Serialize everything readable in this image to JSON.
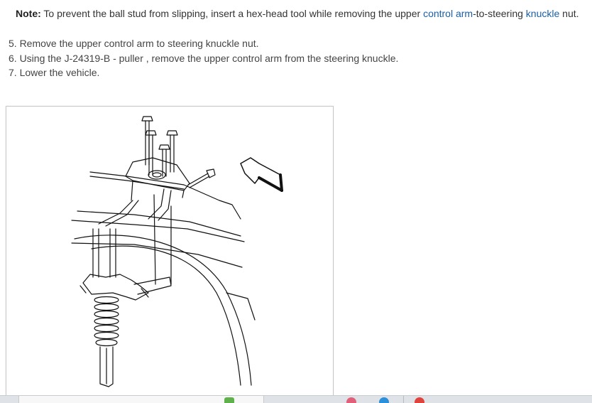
{
  "note": {
    "label": "Note:",
    "text_before": " To prevent the ball stud from slipping, insert a hex-head tool while removing the upper ",
    "link_control_arm": "control arm",
    "text_middle": "-to-steering ",
    "link_knuckle": "knuckle",
    "text_after": " nut."
  },
  "steps": [
    "5. Remove the upper control arm to steering knuckle nut.",
    "6. Using the J-24319-B - puller , remove the upper control arm from the steering knuckle.",
    "7. Lower the vehicle."
  ],
  "colors": {
    "link": "#1a5fa8",
    "text": "#333333",
    "taskbar": "#dfe3e8"
  },
  "figure": {
    "icons": [
      "direction-arrow-icon",
      "bolt-icon"
    ]
  }
}
